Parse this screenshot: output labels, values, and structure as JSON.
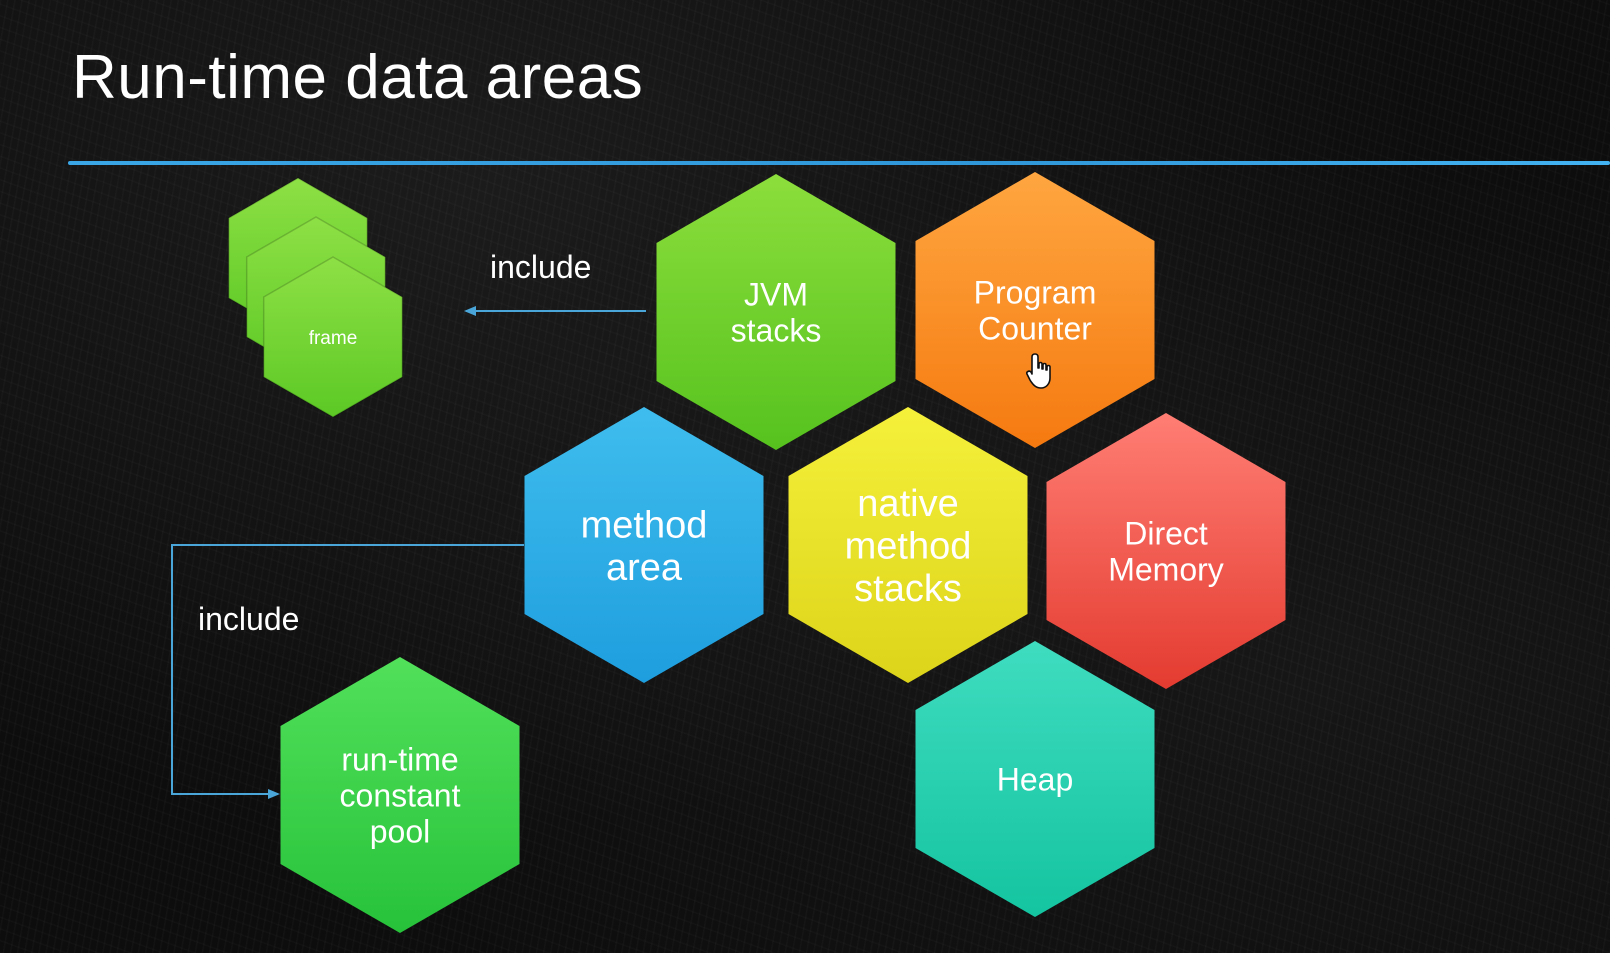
{
  "slide": {
    "title": "Run-time data areas",
    "accent_color": "#3aa6e6"
  },
  "areas": {
    "jvm_stacks": {
      "lines": [
        "JVM",
        "stacks"
      ],
      "color_top": "#8cde3c",
      "color_bottom": "#56c21e"
    },
    "program_counter": {
      "lines": [
        "Program",
        "Counter"
      ],
      "color_top": "#ffa640",
      "color_bottom": "#f57a10"
    },
    "method_area": {
      "lines": [
        "method",
        "area"
      ],
      "color_top": "#3fbdee",
      "color_bottom": "#1e9ede"
    },
    "native_method_stacks": {
      "lines": [
        "native",
        "method",
        "stacks"
      ],
      "color_top": "#f5f03a",
      "color_bottom": "#dcd41a"
    },
    "direct_memory": {
      "lines": [
        "Direct",
        "Memory"
      ],
      "color_top": "#ff7e74",
      "color_bottom": "#e43b30"
    },
    "heap": {
      "lines": [
        "Heap"
      ],
      "color_top": "#3fdcc0",
      "color_bottom": "#14c4a0"
    },
    "runtime_constant_pool": {
      "lines": [
        "run-time",
        "constant",
        "pool"
      ],
      "color_top": "#52e05a",
      "color_bottom": "#27c23a"
    },
    "frame": {
      "lines": [
        "frame"
      ],
      "color_top": "#8ee045",
      "color_bottom": "#5cc925"
    }
  },
  "relations": {
    "stacks_include_label": "include",
    "method_area_include_label": "include",
    "connector_color": "#4aa6d8"
  },
  "icons": {
    "cursor": "hand-pointer-icon"
  }
}
